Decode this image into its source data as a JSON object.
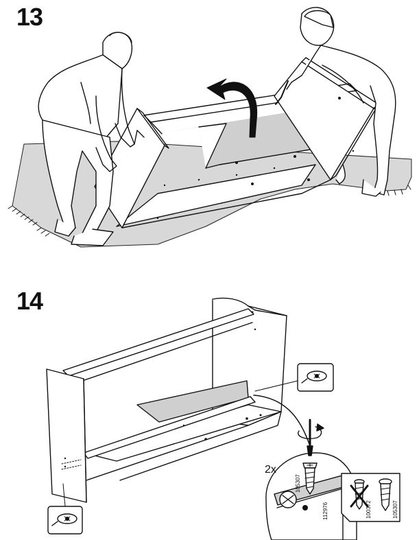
{
  "steps": [
    {
      "number": "13"
    },
    {
      "number": "14",
      "quantity": "2x"
    }
  ],
  "part_codes": {
    "screw_main": "105307",
    "screw_side": "105307",
    "wrong_screw": "100372",
    "cam_lock": "112976"
  },
  "icons": {
    "rotate": "curved-rotate-arrow-icon",
    "screwdriver": "screwdriver-icon",
    "cam_callout": "cam-lock-icon"
  }
}
